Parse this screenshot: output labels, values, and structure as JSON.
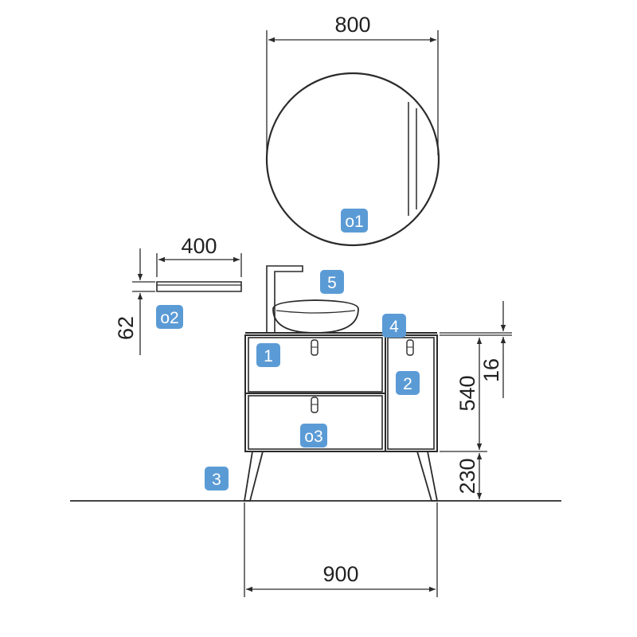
{
  "colors": {
    "line": "#2a2a2a",
    "badge": "#5b9bd5",
    "badge_text": "#ffffff",
    "text": "#222222"
  },
  "dimensions": {
    "mirror_width": "800",
    "shelf_width": "400",
    "shelf_height": "62",
    "cabinet_width": "900",
    "cabinet_height": "540",
    "top_thickness": "16",
    "leg_height": "230"
  },
  "badges": {
    "mirror": "o1",
    "shelf": "o2",
    "drawer_bottom": "o3",
    "drawer_top": "1",
    "side_door": "2",
    "legs": "3",
    "top": "4",
    "basin": "5"
  }
}
